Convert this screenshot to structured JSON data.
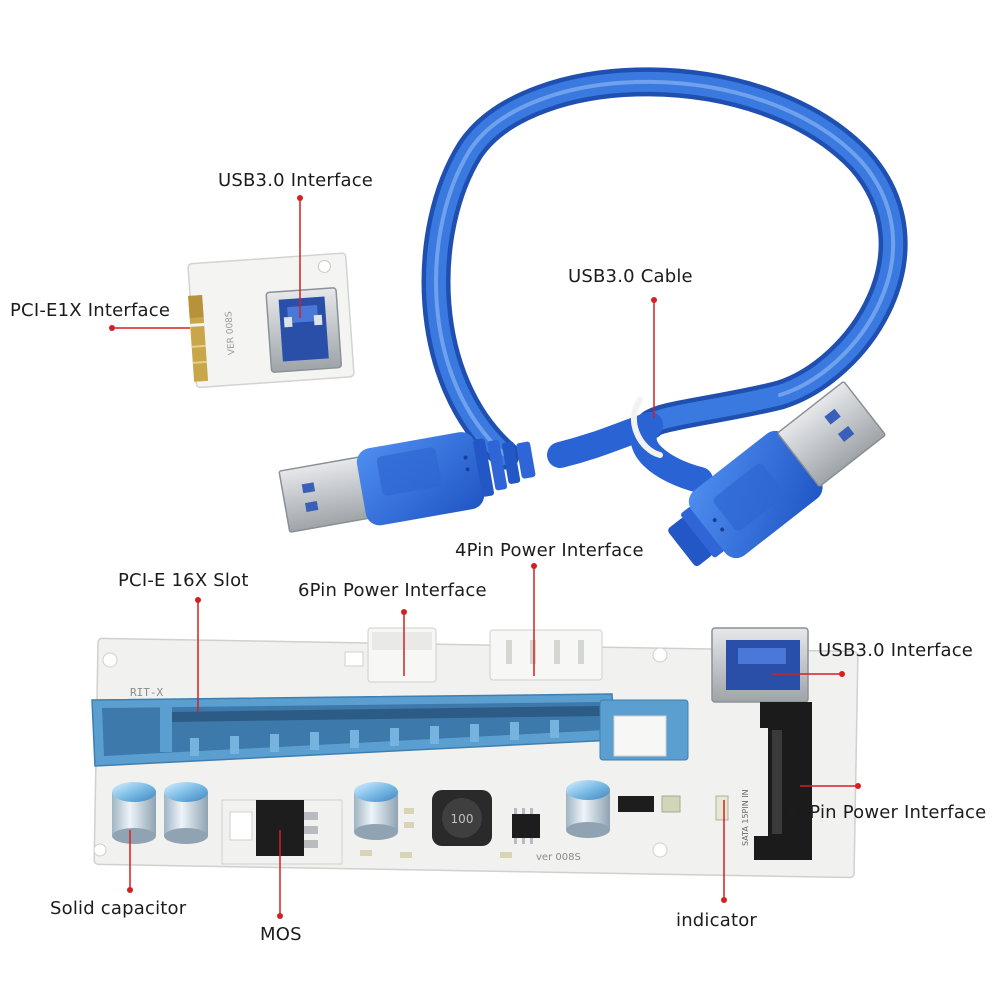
{
  "labels": {
    "usb_interface_top": "USB3.0 Interface",
    "pcie_1x": "PCI-E1X Interface",
    "usb_cable": "USB3.0 Cable",
    "pin4_power": "4Pin Power Interface",
    "pcie_16x": "PCI-E 16X Slot",
    "pin6_power": "6Pin Power Interface",
    "usb_interface_right": "USB3.0 Interface",
    "pin15_power": "15Pin Power Interface",
    "solid_capacitor": "Solid capacitor",
    "mos": "MOS",
    "indicator": "indicator"
  },
  "pcb_text": {
    "board_name": "RIT-X",
    "sata_text": "SATA 15PIN IN",
    "model": "ver 008S",
    "inductor_value": "100"
  },
  "colors": {
    "cable": "#2a63d4",
    "slot": "#5b9fd0",
    "leader": "#d42020",
    "pcb": "#f1f2ef"
  },
  "icons": [
    "usb-a-plug-icon",
    "usb-a-port-icon",
    "pcie-slot-icon",
    "capacitor-icon"
  ]
}
